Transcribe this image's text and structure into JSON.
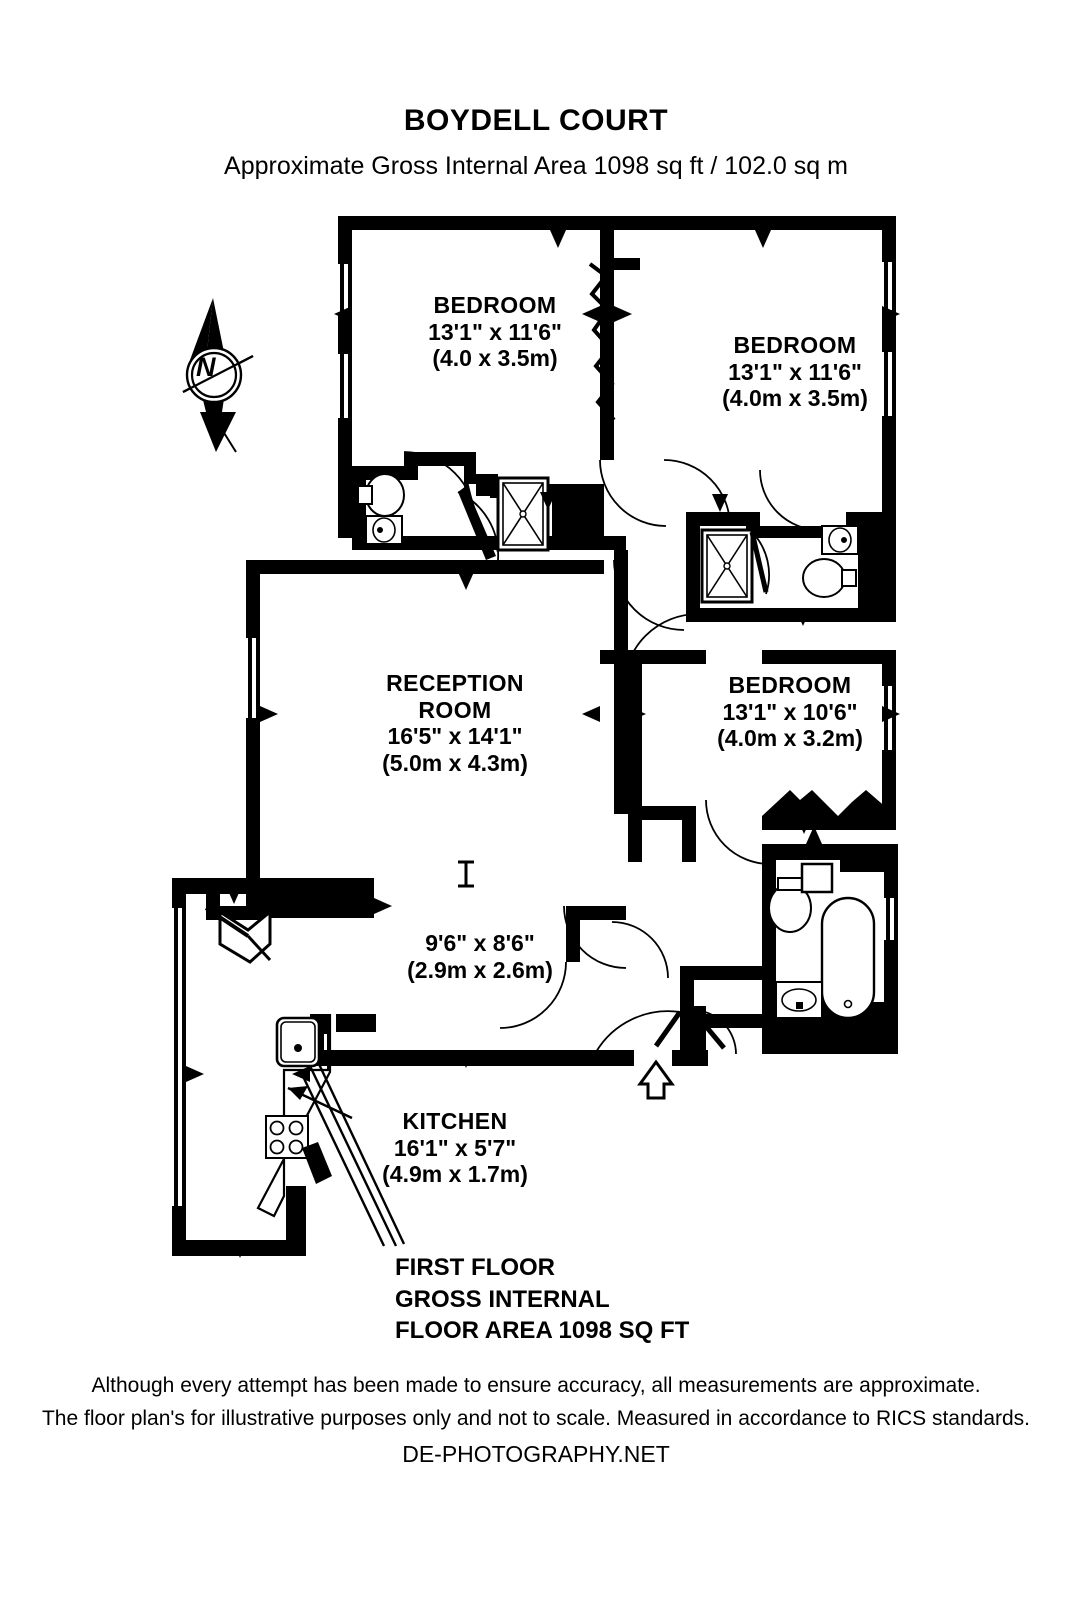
{
  "header": {
    "title": "BOYDELL COURT",
    "subtitle": "Approximate Gross Internal Area 1098 sq ft / 102.0 sq m"
  },
  "compass": {
    "label": "N"
  },
  "rooms": [
    {
      "id": "bedroom-1",
      "name": "BEDROOM",
      "imperial": "13'1\" x 11'6\"",
      "metric": "(4.0 x 3.5m)"
    },
    {
      "id": "bedroom-2",
      "name": "BEDROOM",
      "imperial": "13'1\" x 11'6\"",
      "metric": "(4.0m x 3.5m)"
    },
    {
      "id": "bedroom-3",
      "name": "BEDROOM",
      "imperial": "13'1\" x 10'6\"",
      "metric": "(4.0m x 3.2m)"
    },
    {
      "id": "reception-room",
      "name": "RECEPTION",
      "name2": "ROOM",
      "imperial": "16'5\" x 14'1\"",
      "metric": "(5.0m x 4.3m)"
    },
    {
      "id": "hall",
      "name": "",
      "imperial": "9'6\" x 8'6\"",
      "metric": "(2.9m x 2.6m)"
    },
    {
      "id": "kitchen",
      "name": "KITCHEN",
      "imperial": "16'1\" x 5'7\"",
      "metric": "(4.9m x 1.7m)"
    }
  ],
  "footer": {
    "line1": "FIRST FLOOR",
    "line2": "GROSS INTERNAL",
    "line3": "FLOOR AREA 1098 SQ FT"
  },
  "disclaimer": {
    "line1": "Although every attempt has been made to ensure accuracy, all measurements are approximate.",
    "line2": "The floor plan's for illustrative purposes only and not to scale. Measured in accordance to RICS standards."
  },
  "website": {
    "url": "DE-PHOTOGRAPHY.NET"
  },
  "colors": {
    "wall": "#000000",
    "background": "#ffffff",
    "fixture_stroke": "#1a1a1a"
  }
}
